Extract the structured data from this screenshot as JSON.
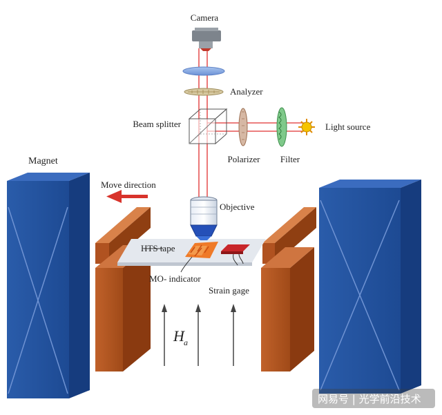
{
  "labels": {
    "camera": "Camera",
    "analyzer": "Analyzer",
    "beam_splitter": "Beam splitter",
    "light_source": "Light source",
    "polarizer": "Polarizer",
    "filter": "Filter",
    "magnet": "Magnet",
    "move_direction": "Move direction",
    "objective": "Objective",
    "hts_tape": "HTS tape",
    "mo_indicator": "MO- indicator",
    "strain_gage": "Strain gage",
    "field_symbol": "H",
    "field_subscript": "a"
  },
  "watermark": "网易号 | 光学前沿技术",
  "colors": {
    "magnet_blue": "#1f4f9a",
    "yoke_brown": "#b5561e",
    "beam_red": "#e03030",
    "arrow_red": "#d8332b"
  }
}
